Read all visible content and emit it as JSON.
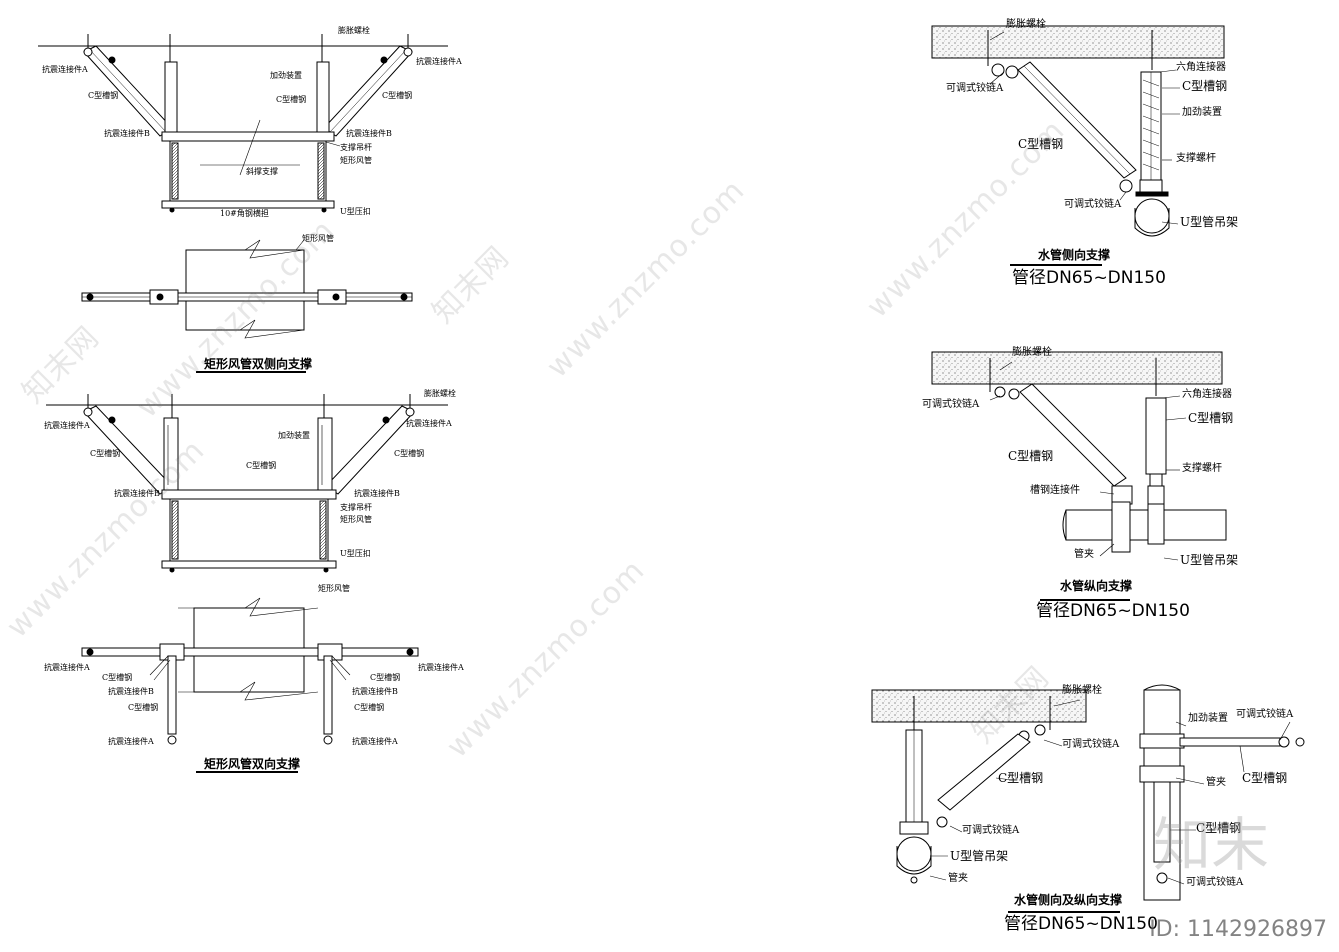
{
  "left_top": {
    "labels": {
      "expansion_bolt": "膨胀螺栓",
      "anchor_a_left": "抗震连接件A",
      "anchor_a_right": "抗震连接件A",
      "c_channel_left": "C型槽钢",
      "c_channel_mid": "C型槽钢",
      "c_channel_right": "C型槽钢",
      "reinforce": "加劲装置",
      "anchor_b_left": "抗震连接件B",
      "anchor_b_right": "抗震连接件B",
      "support_rod": "支撑吊杆",
      "rect_duct": "矩形风管",
      "brace_strut": "斜撑支撑",
      "angle_steel": "10#角钢横担",
      "u_clamp": "U型压扣",
      "plan_duct": "矩形风管"
    },
    "caption": "矩形风管双侧向支撑"
  },
  "left_bottom": {
    "labels": {
      "expansion_bolt": "膨胀螺栓",
      "anchor_a_left": "抗震连接件A",
      "anchor_a_right": "抗震连接件A",
      "c_channel_left": "C型槽钢",
      "c_channel_mid": "C型槽钢",
      "c_channel_right": "C型槽钢",
      "reinforce": "加劲装置",
      "anchor_b_left": "抗震连接件B",
      "anchor_b_right": "抗震连接件B",
      "support_rod": "支撑吊杆",
      "rect_duct": "矩形风管",
      "u_clamp": "U型压扣",
      "plan_duct": "矩形风管",
      "plan_anchor_a_l": "抗震连接件A",
      "plan_c_l": "C型槽钢",
      "plan_anchor_b_l": "抗震连接件B",
      "plan_c_l2": "C型槽钢",
      "plan_anchor_a_l2": "抗震连接件A",
      "plan_anchor_a_r": "抗震连接件A",
      "plan_c_r": "C型槽钢",
      "plan_anchor_b_r": "抗震连接件B",
      "plan_c_r2": "C型槽钢",
      "plan_anchor_a_r2": "抗震连接件A"
    },
    "caption": "矩形风管双向支撑"
  },
  "right_top": {
    "labels": {
      "expansion_bolt": "膨胀螺栓",
      "hex_connector": "六角连接器",
      "c_channel": "C型槽钢",
      "reinforce": "加劲装置",
      "support_rod": "支撑螺杆",
      "u_hanger": "U型管吊架",
      "hinge_a_top": "可调式铰链A",
      "hinge_a_bottom": "可调式铰链A",
      "c_channel_diag": "C型槽钢"
    },
    "caption": "水管侧向支撑",
    "size": "管径DN65~DN150"
  },
  "right_mid": {
    "labels": {
      "expansion_bolt": "膨胀螺栓",
      "hex_connector": "六角连接器",
      "c_channel": "C型槽钢",
      "support_rod": "支撑螺杆",
      "u_hanger": "U型管吊架",
      "hinge_a": "可调式铰链A",
      "c_channel_diag": "C型槽钢",
      "channel_conn": "槽钢连接件",
      "pipe_clamp": "管夹"
    },
    "caption": "水管纵向支撑",
    "size": "管径DN65~DN150"
  },
  "right_bottom": {
    "labels": {
      "expansion_bolt": "膨胀螺栓",
      "hinge_a_top": "可调式铰链A",
      "c_channel": "C型槽钢",
      "hinge_a_mid": "可调式铰链A",
      "u_hanger": "U型管吊架",
      "pipe_clamp": "管夹",
      "reinforce": "加劲装置",
      "hinge_a_side": "可调式铰链A",
      "c_channel_side": "C型槽钢",
      "pipe_clamp_side": "管夹",
      "c_channel_low": "C型槽钢",
      "hinge_a_low": "可调式铰链A"
    },
    "caption": "水管侧向及纵向支撑",
    "size": "管径DN65~DN150"
  },
  "watermarks": {
    "site": "www.znzmo.com",
    "brand": "知末网",
    "logo": "知末",
    "id": "ID: 1142926897"
  },
  "colors": {
    "line": "#000000",
    "concrete": "#f4f4f4"
  }
}
